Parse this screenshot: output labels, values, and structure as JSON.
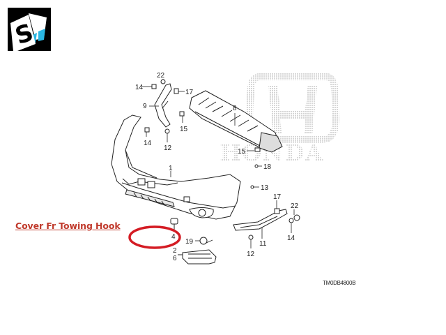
{
  "logo": {
    "icon": "sm-logo-icon",
    "colors": {
      "background": "#000000",
      "panel": "#ffffff",
      "accent": "#2ab7e3"
    },
    "letter": "S"
  },
  "brand_watermark": {
    "icon": "honda-h-logo-icon",
    "text": "HONDA"
  },
  "callout": {
    "label": "Cover Fr Towing Hook",
    "color": "#c0392b",
    "highlight_part": "4"
  },
  "diagram_code": "TM0DB4800B",
  "part_labels": [
    {
      "id": "22a",
      "text": "22"
    },
    {
      "id": "14a",
      "text": "14"
    },
    {
      "id": "17a",
      "text": "17"
    },
    {
      "id": "9",
      "text": "9"
    },
    {
      "id": "8",
      "text": "8"
    },
    {
      "id": "15a",
      "text": "15"
    },
    {
      "id": "14b",
      "text": "14"
    },
    {
      "id": "12a",
      "text": "12"
    },
    {
      "id": "15b",
      "text": "15"
    },
    {
      "id": "1",
      "text": "1"
    },
    {
      "id": "18",
      "text": "18"
    },
    {
      "id": "13",
      "text": "13"
    },
    {
      "id": "17b",
      "text": "17"
    },
    {
      "id": "22b",
      "text": "22"
    },
    {
      "id": "4",
      "text": "4"
    },
    {
      "id": "19",
      "text": "19"
    },
    {
      "id": "11",
      "text": "11"
    },
    {
      "id": "14c",
      "text": "14"
    },
    {
      "id": "2",
      "text": "2"
    },
    {
      "id": "6",
      "text": "6"
    },
    {
      "id": "12b",
      "text": "12"
    }
  ]
}
